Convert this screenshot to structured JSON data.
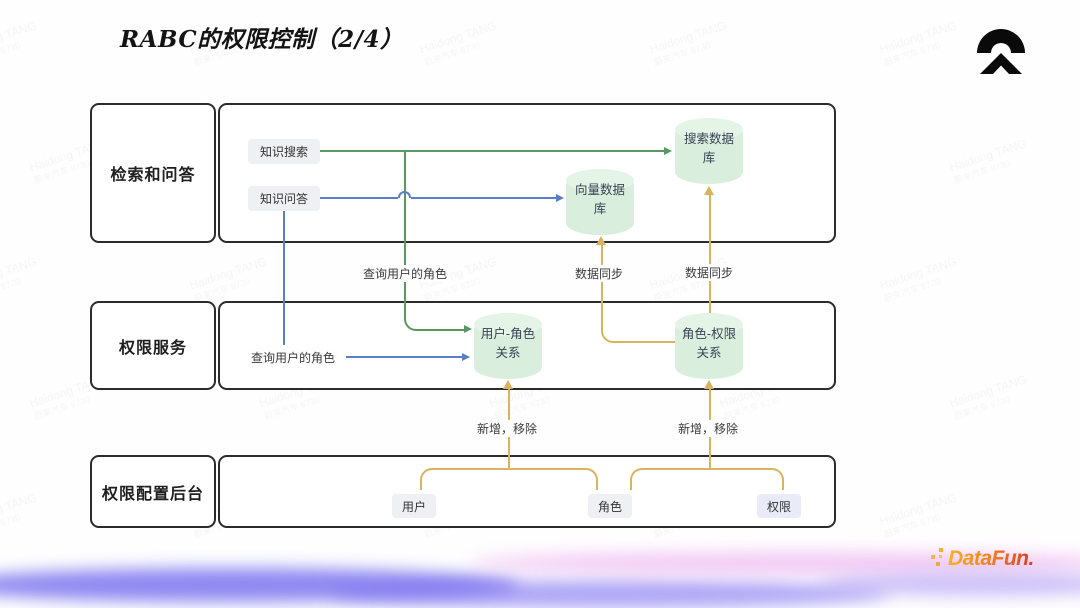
{
  "title": "RABC的权限控制（2/4）",
  "watermark": {
    "line1": "Haidong TANG",
    "line2": "蔚来汽车 8730"
  },
  "colors": {
    "green": "#57995f",
    "blue": "#5b7fc7",
    "gold": "#d9b35f",
    "cylinder_fill": "#d9eedd",
    "chip_fill": "#eef0f4",
    "border": "#2b2b2b"
  },
  "bands": [
    {
      "label": "检索和问答"
    },
    {
      "label": "权限服务"
    },
    {
      "label": "权限配置后台"
    }
  ],
  "nodes": {
    "knowledge_search": "知识搜索",
    "knowledge_qa": "知识问答",
    "search_db": "搜索数据\n库",
    "vector_db": "向量数据\n库",
    "user_role": "用户-角色\n关系",
    "role_perm": "角色-权限\n关系",
    "user": "用户",
    "role": "角色",
    "perm": "权限"
  },
  "edge_labels": {
    "query_user_role_green": "查询用户的角色",
    "query_user_role_blue": "查询用户的角色",
    "data_sync_left": "数据同步",
    "data_sync_right": "数据同步",
    "add_remove_left": "新增，移除",
    "add_remove_right": "新增，移除"
  },
  "footer": {
    "brand": "DataFun."
  }
}
